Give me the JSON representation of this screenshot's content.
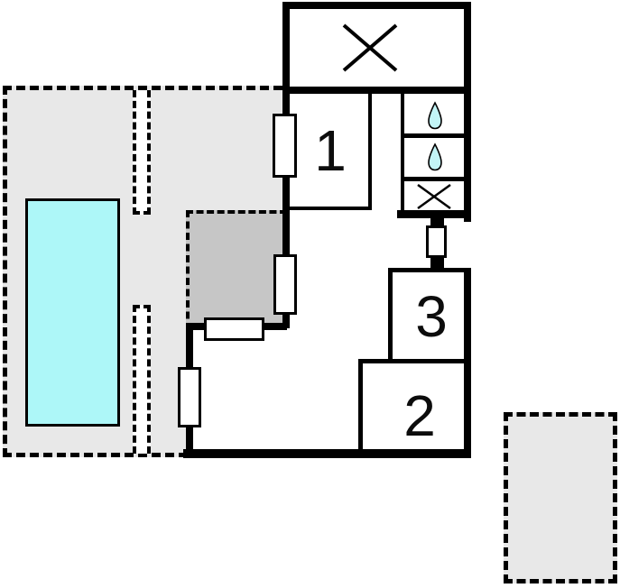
{
  "floorplan": {
    "rooms": {
      "room1": {
        "label": "1"
      },
      "room2": {
        "label": "2"
      },
      "room3": {
        "label": "3"
      }
    },
    "icons": {
      "large_crossed_area": "x-mark",
      "small_crossed_fixture": "x-mark",
      "shower_drops": [
        "water-drop",
        "water-drop"
      ]
    },
    "colors": {
      "terrace_fill": "#e8e8e8",
      "covered_terrace_fill": "#c6c6c6",
      "pool_fill": "#adf7f8",
      "drop_fill": "#c2f4f6",
      "wall": "#000000",
      "background": "#ffffff"
    }
  }
}
